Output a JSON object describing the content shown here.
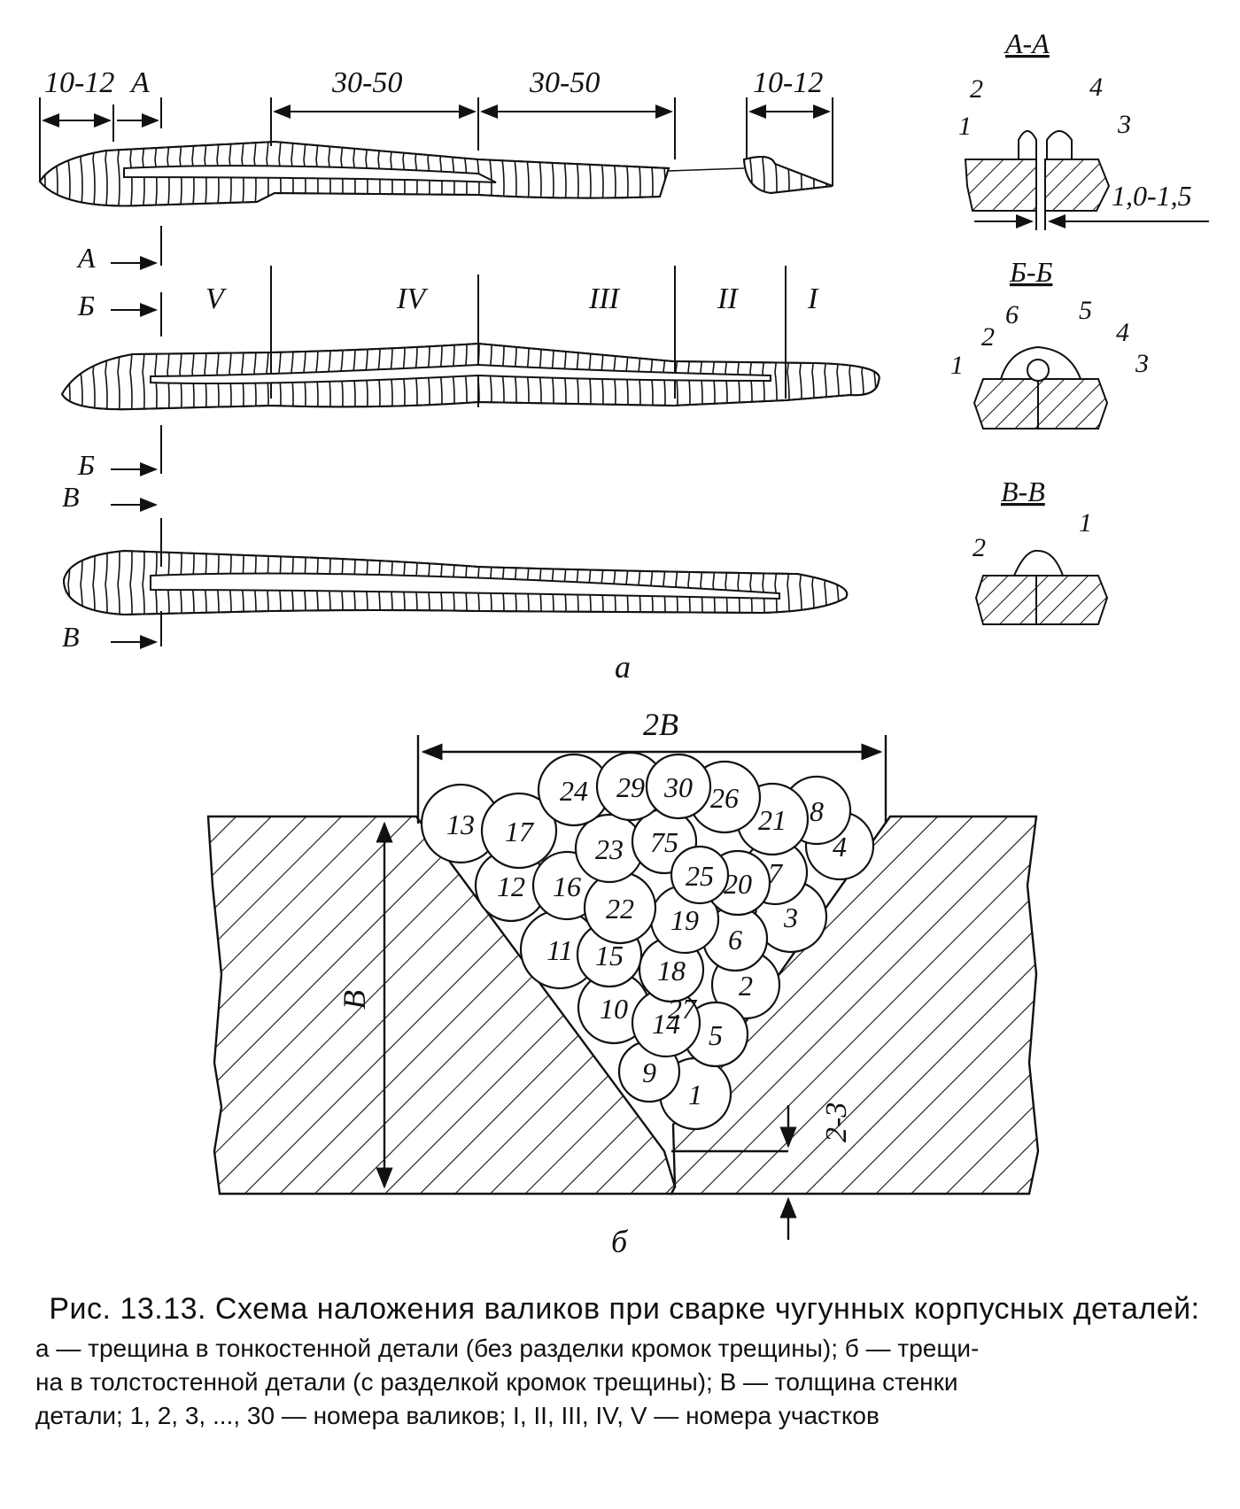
{
  "panel_a": {
    "dims": {
      "left": "10-12",
      "a": "А",
      "mid1": "30-50",
      "mid2": "30-50",
      "right": "10-12"
    },
    "markers": {
      "a1": "А",
      "b1": "Б",
      "b2": "Б",
      "v1": "В",
      "v2": "В"
    },
    "sections": [
      "V",
      "IV",
      "III",
      "II",
      "I"
    ],
    "label": "а"
  },
  "sections_view": {
    "aa": {
      "title": "А-А",
      "n1": "1",
      "n2": "2",
      "n3": "3",
      "n4": "4",
      "gap": "1,0-1,5"
    },
    "bb": {
      "title": "Б-Б",
      "n1": "1",
      "n2": "2",
      "n3": "3",
      "n4": "4",
      "n5": "5",
      "n6": "6"
    },
    "vv": {
      "title": "В-В",
      "n1": "1",
      "n2": "2"
    }
  },
  "panel_b": {
    "width_label": "2В",
    "thickness_label": "В",
    "root_label": "2-3",
    "label": "б",
    "beads": [
      "1",
      "2",
      "3",
      "4",
      "5",
      "6",
      "7",
      "8",
      "9",
      "10",
      "11",
      "12",
      "13",
      "14",
      "15",
      "16",
      "17",
      "18",
      "19",
      "20",
      "21",
      "22",
      "23",
      "75",
      "24",
      "25",
      "26",
      "27",
      "29",
      "30"
    ]
  },
  "caption": {
    "title": "Рис. 13.13. Схема наложения валиков при сварке чугунных корпусных деталей:",
    "legend_1": "а — трещина в тонкостенной детали (без разделки кромок трещины); б — трещи-",
    "legend_2": "на в толстостенной детали (с разделкой кромок трещины); В — толщина стенки",
    "legend_3": "детали; 1, 2, 3, ..., 30 — номера валиков; I, II, III, IV, V — номера участков"
  }
}
